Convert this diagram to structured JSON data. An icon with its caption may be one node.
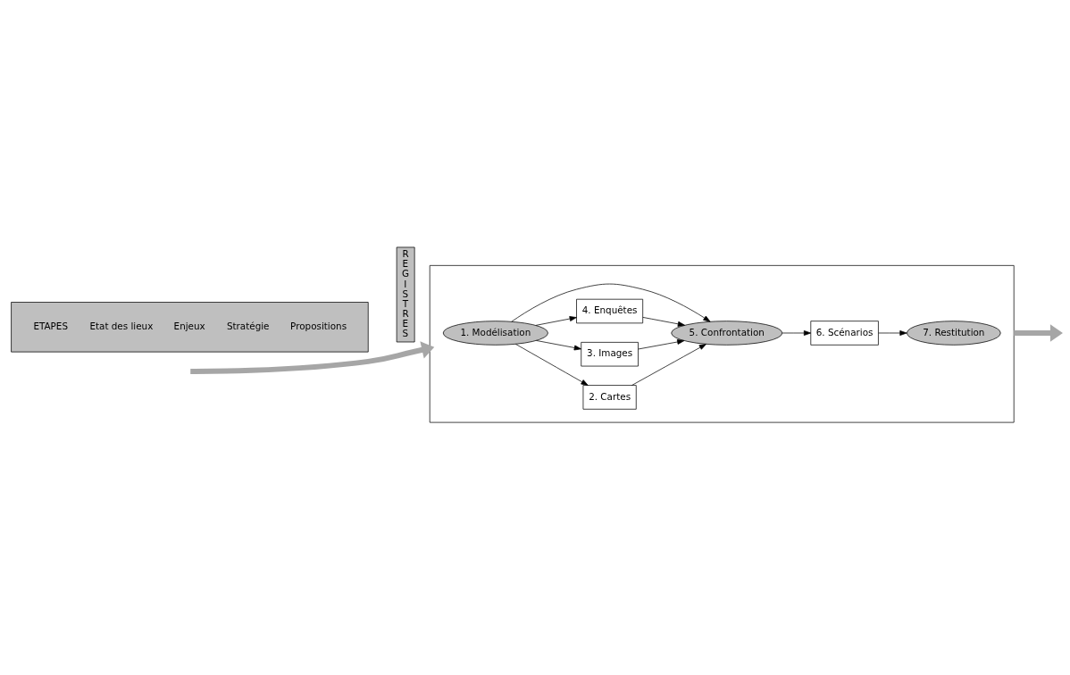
{
  "diagram": {
    "nodes": [
      {
        "text": [],
        "shape": "box"
      },
      {
        "text": [
          "1. Modélisation"
        ],
        "in": 0
      },
      {
        "text": [
          "2. Cartes"
        ],
        "in": 0
      },
      {
        "text": [
          "3. Images"
        ],
        "in": 0
      },
      {
        "text": [
          "4. Enquêtes"
        ],
        "in": 0
      },
      {
        "text": [
          "5. Confrontation"
        ],
        "in": 0
      },
      {
        "text": [
          "6. Scénarios"
        ],
        "in": 0
      },
      {
        "text": [
          "7. Restitution"
        ],
        "in": 0
      },
      {
        "text": [
          "REGISTRES"
        ]
      },
      {
        "text": [
          "ETAPES",
          "Etat des lieux",
          "Enjeux",
          "Stratégie",
          "Propositions"
        ]
      }
    ],
    "edges": [
      {
        "from": null,
        "to": 0,
        "arrow": "to",
        "style": "thick",
        "color": "#a6a6a6"
      },
      {
        "from": 1,
        "to": 2,
        "arrow": "to"
      },
      {
        "from": 1,
        "to": 3,
        "arrow": "to"
      },
      {
        "from": 1,
        "to": 4,
        "arrow": "to"
      },
      {
        "from": 1,
        "to": 5,
        "arrow": "to"
      },
      {
        "from": 2,
        "to": 5,
        "arrow": "to"
      },
      {
        "from": 3,
        "to": 5,
        "arrow": "to"
      },
      {
        "from": 4,
        "to": 5,
        "arrow": "to"
      },
      {
        "from": 5,
        "to": 6,
        "arrow": "to"
      },
      {
        "from": 6,
        "to": 7,
        "arrow": "to"
      },
      {
        "from": 0,
        "to": null,
        "arrow": "to",
        "style": "thick",
        "color": "#a6a6a6"
      }
    ]
  }
}
